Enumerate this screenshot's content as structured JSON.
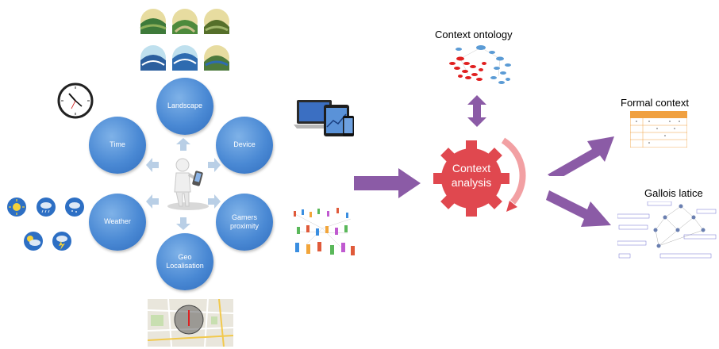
{
  "contexts": {
    "landscape": "Landscape",
    "device": "Device",
    "gamers": "Gamers proximity",
    "geo": "Geo Localisation",
    "weather": "Weather",
    "time": "Time"
  },
  "gear_label": "Context analysis",
  "outputs": {
    "ontology": "Context ontology",
    "formal": "Formal context",
    "lattice": "Gallois latice"
  },
  "colors": {
    "circle": "#4a89d4",
    "arrow": "#8b5ba6",
    "gear": "#e0484f",
    "small_arrow": "#b9cfe6"
  }
}
